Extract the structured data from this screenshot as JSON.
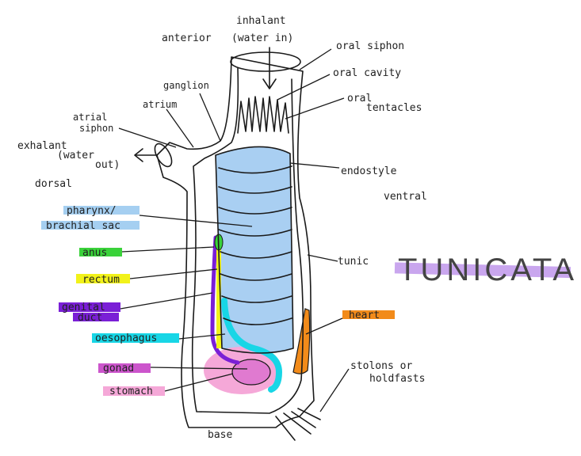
{
  "labels": {
    "inhalant": "inhalant",
    "water_in": "(water in)",
    "anterior": "anterior",
    "oral_siphon": "oral siphon",
    "oral_cavity": "oral cavity",
    "oral": "oral",
    "tentacles": "tentacles",
    "ganglion": "ganglion",
    "atrium": "atrium",
    "atrial": "atrial",
    "siphon": "siphon",
    "exhalant": "exhalant",
    "water_out_a": "(water",
    "water_out_b": "out)",
    "dorsal": "dorsal",
    "endostyle": "endostyle",
    "ventral": "ventral",
    "pharynx": "pharynx/",
    "branchial_sac": "brachial sac",
    "anus": "anus",
    "rectum": "rectum",
    "tunic": "tunic",
    "genital": "genital",
    "duct": "duct",
    "heart": "heart",
    "oesophagus": "oesophagus",
    "stolons_a": "stolons or",
    "stolons_b": "holdfasts",
    "gonad": "gonad",
    "stomach": "stomach",
    "base": "base",
    "title": "TUNICATA"
  },
  "colors": {
    "pharynx": "#a9cff2",
    "highlight_blue": "#8ec3ee",
    "anus": "#3ad23a",
    "rectum": "#f2f21a",
    "genital_duct": "#7a1fd6",
    "oesophagus": "#18d6e6",
    "gonad": "#cc55cc",
    "stomach": "#f5a8d8",
    "heart": "#f28b1a",
    "title": "#c9a6ee"
  }
}
